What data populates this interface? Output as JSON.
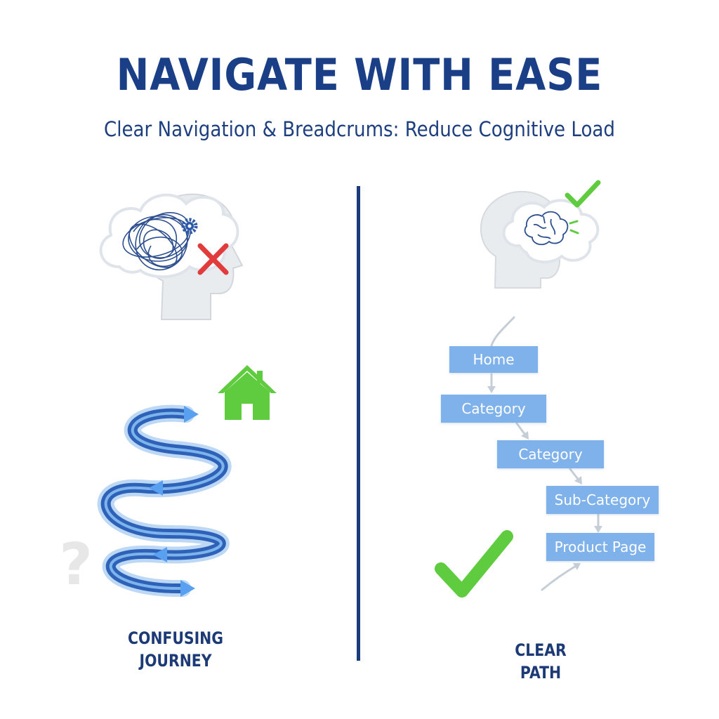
{
  "header": {
    "title": "NAVIGATE WITH EASE",
    "subtitle": "Clear Navigation & Breadcrums: Reduce Cognitive Load"
  },
  "left_panel": {
    "caption_line1": "CONFUSING",
    "caption_line2": "JOURNEY",
    "icons": [
      "head-with-tangled-thoughts-icon",
      "gear-icon",
      "red-x-icon",
      "home-icon",
      "question-mark-icon",
      "spiral-arrow-icon"
    ]
  },
  "right_panel": {
    "caption": "CLEAR PATH",
    "breadcrumbs": [
      "Home",
      "Category",
      "Category",
      "Sub-Category",
      "Product Page"
    ],
    "icons": [
      "head-with-brain-icon",
      "green-check-icon",
      "large-green-check-icon"
    ]
  },
  "colors": {
    "title": "#1a3f87",
    "divider": "#1c3b7a",
    "breadcrumb": "#7fb2ea",
    "check_green": "#5fcb3e",
    "cross_red": "#e23b3b",
    "spiral_blue": "#2e62b8"
  }
}
